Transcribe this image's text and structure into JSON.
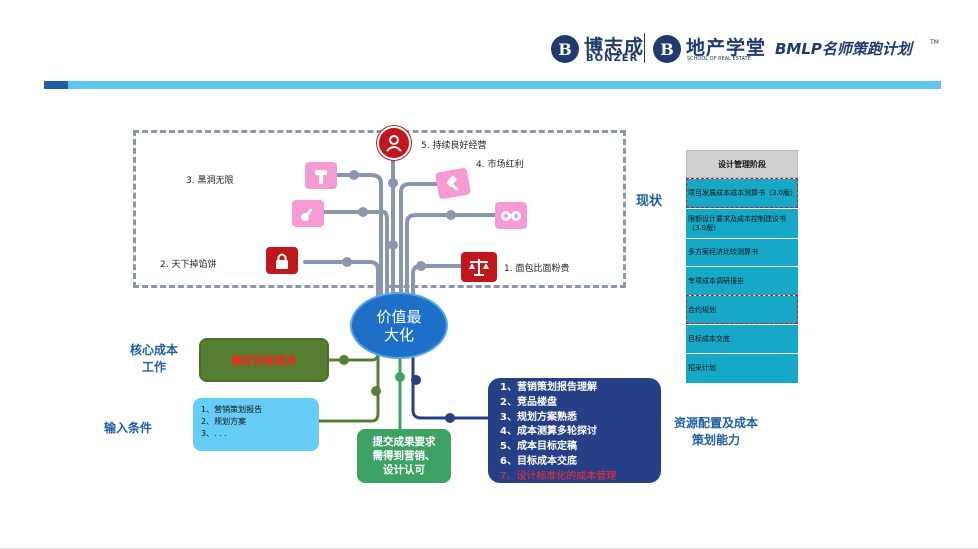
{
  "header": {
    "brand1_cn": "博志成",
    "brand1_en": "BONZER",
    "brand2_cn": "地产学堂",
    "brand2_en": "SCHOOL OF REAL ESTATE",
    "program": "BMLP名师策跑计划",
    "tm": "TM"
  },
  "diagram": {
    "nodes": [
      {
        "label": "5. 持续良好经营",
        "icon": "user-icon"
      },
      {
        "label": "4. 市场红利",
        "icon": "gavel-icon"
      },
      {
        "label": "3. 黑洞无限",
        "icon": "hammer-icon"
      },
      {
        "label": "",
        "icon": "guitar-icon"
      },
      {
        "label": "",
        "icon": "eyes-icon"
      },
      {
        "label": "2. 天下掉馅饼",
        "icon": "lock-icon"
      },
      {
        "label": "1. 面包比面粉贵",
        "icon": "scale-icon"
      }
    ],
    "center": "价值最大化",
    "core_label": "核心成本\n工作",
    "core_box": "确定目标成本",
    "input_label": "输入条件",
    "input_items": [
      "1、营销策划报告",
      "2、规划方案",
      "3、. . ."
    ],
    "submit_box": "提交成果要求\n需得到营销、\n设计认可",
    "resource_label": "资源配置及成本\n策划能力",
    "resource_items": [
      "1、营销策划报告理解",
      "2、竞品楼盘",
      "3、规划方案熟悉",
      "4、成本测算多轮探讨",
      "5、成本目标定稿",
      "6、目标成本交底"
    ],
    "resource_highlight": "7、设计标准化的成本管理",
    "status_label": "现状"
  },
  "table": {
    "header": "设计管理阶段",
    "rows": [
      {
        "text": "项目发展成本成本测算书（3.0版）",
        "highlight": true
      },
      {
        "text": "限额设计要求及成本控制建议书（3.0版）",
        "highlight": false
      },
      {
        "text": "多方案经济比较测算书",
        "highlight": false
      },
      {
        "text": "专项成本调研报告",
        "highlight": false
      },
      {
        "text": "合约规划",
        "highlight": true
      },
      {
        "text": "目标成本交底",
        "highlight": false
      },
      {
        "text": "招采计划",
        "highlight": false
      }
    ]
  },
  "colors": {
    "primary_blue": "#1e5fa8",
    "light_blue": "#5fc6f0",
    "navy": "#263f87",
    "green": "#557f32",
    "teal": "#17a8c8",
    "alert_red": "#c0161c",
    "connector": "#8a96b0"
  }
}
